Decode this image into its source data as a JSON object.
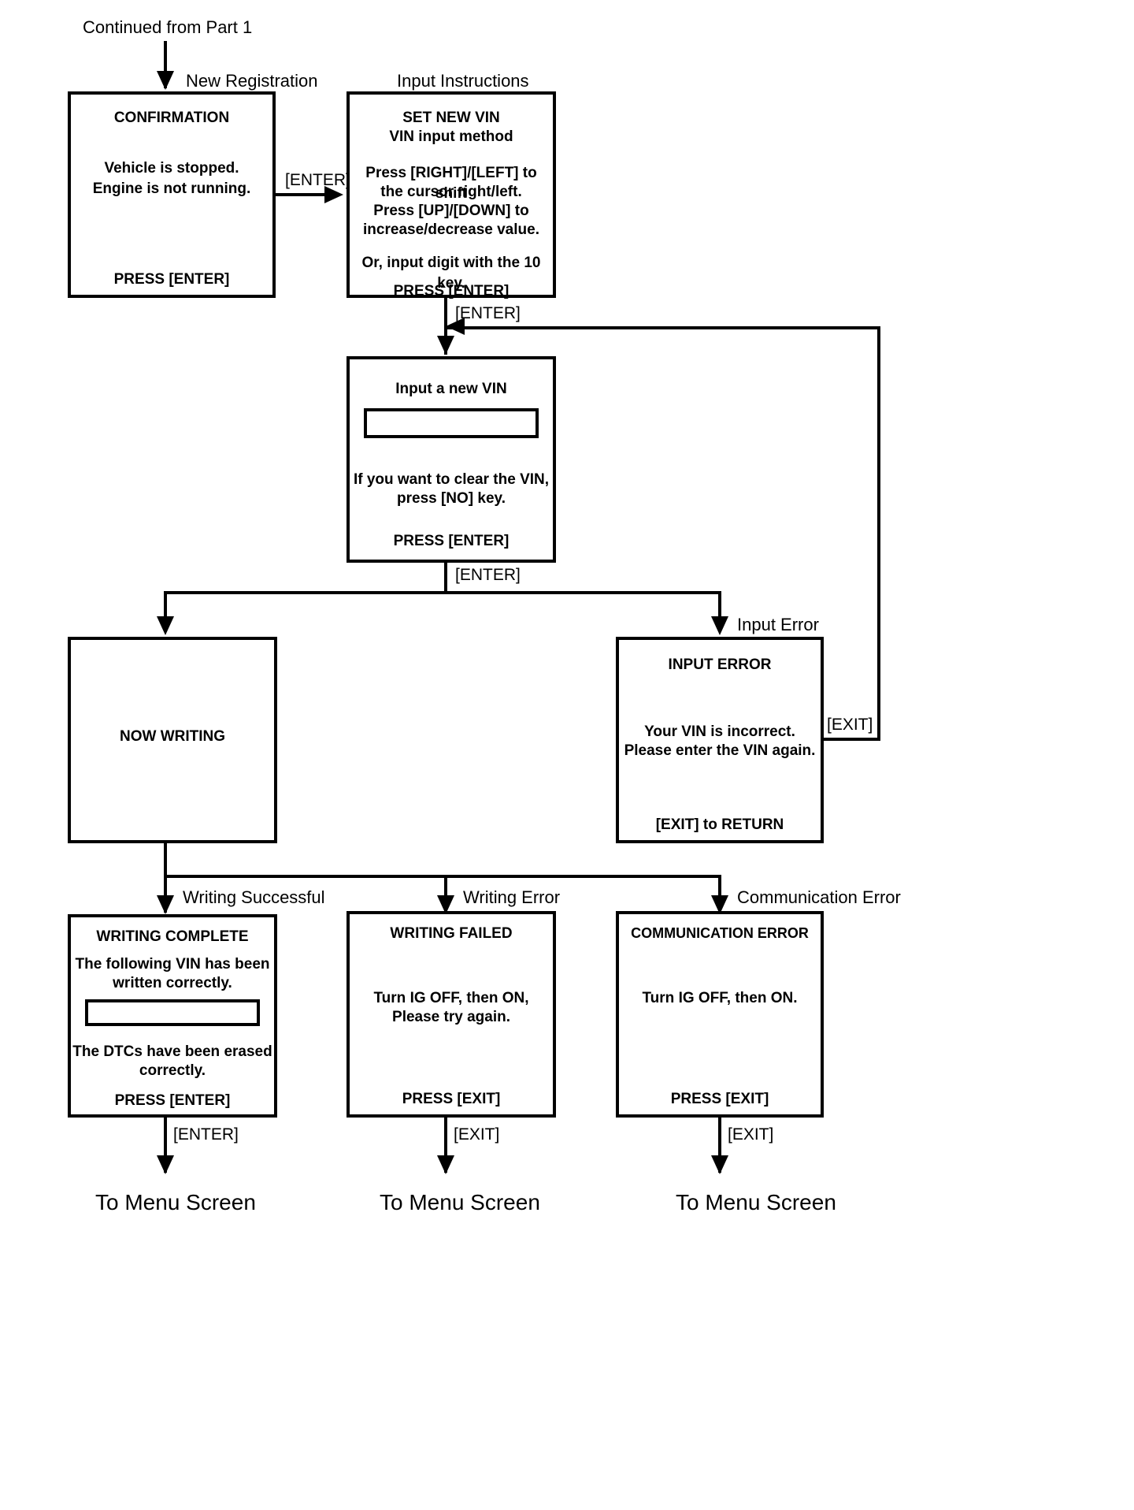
{
  "diagram": {
    "entry_label": "Continued from Part 1",
    "terminals": [
      {
        "label": "To Menu Screen"
      },
      {
        "label": "To Menu Screen"
      },
      {
        "label": "To Menu Screen"
      }
    ],
    "captions": {
      "new_registration": "New Registration",
      "input_instructions": "Input Instructions",
      "input_error": "Input Error",
      "writing_successful": "Writing Successful",
      "writing_error": "Writing Error",
      "communication_error": "Communication Error"
    },
    "edge_labels": {
      "confirm_to_setvin": "[ENTER]",
      "setvin_to_input": "[ENTER]",
      "input_to_branch": "[ENTER]",
      "error_exit_return": "[EXIT]",
      "complete_enter": "[ENTER]",
      "failed_exit": "[EXIT]",
      "comm_exit": "[EXIT]"
    },
    "boxes": {
      "confirmation": {
        "title": "CONFIRMATION",
        "body": [
          "Vehicle is stopped.",
          "Engine is not running."
        ],
        "footer": "PRESS [ENTER]"
      },
      "set_new_vin": {
        "title_line1": "SET NEW VIN",
        "title_line2": "VIN input method",
        "body": [
          "Press [RIGHT]/[LEFT] to shift",
          "the cursor right/left.",
          "Press [UP]/[DOWN] to",
          "increase/decrease value."
        ],
        "body2": "Or, input digit with the 10 key.",
        "footer": "PRESS [ENTER]"
      },
      "input_new_vin": {
        "title": "Input a new VIN",
        "field_value": "",
        "body": [
          "If you want to clear the VIN,",
          "press [NO] key."
        ],
        "footer": "PRESS [ENTER]"
      },
      "now_writing": {
        "title": "NOW WRITING"
      },
      "input_error": {
        "title": "INPUT ERROR",
        "body": [
          "Your VIN is incorrect.",
          "Please enter the VIN again."
        ],
        "footer": "[EXIT] to RETURN"
      },
      "writing_complete": {
        "title": "WRITING COMPLETE",
        "body": [
          "The following VIN has been",
          "written correctly."
        ],
        "field_value": "",
        "body2": [
          "The DTCs have been erased",
          "correctly."
        ],
        "footer": "PRESS [ENTER]"
      },
      "writing_failed": {
        "title": "WRITING FAILED",
        "body": [
          "Turn IG OFF, then ON,",
          "Please try again."
        ],
        "footer": "PRESS [EXIT]"
      },
      "communication_error": {
        "title": "COMMUNICATION ERROR",
        "body": [
          "Turn IG OFF, then ON."
        ],
        "footer": "PRESS [EXIT]"
      }
    }
  }
}
